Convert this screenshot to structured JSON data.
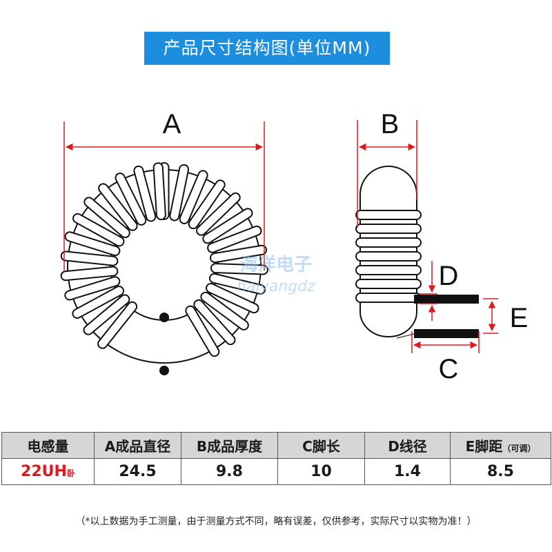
{
  "title": "产品尺寸结构图(单位MM)",
  "labels": {
    "a": "A",
    "b": "B",
    "c": "C",
    "d": "D",
    "e": "E"
  },
  "watermark": {
    "cn": "海洋电子",
    "en": "haiyangdz"
  },
  "colors": {
    "title_bg": "#1d8ede",
    "dimension": "#e0181f",
    "model_text": "#e0181f",
    "header_bg": "#d6d6d6"
  },
  "table": {
    "headers": [
      "电感量",
      "A成品直径",
      "B成品厚度",
      "C脚长",
      "D线径",
      "E脚距"
    ],
    "header_note": "（可调）",
    "model": "22UH",
    "model_suffix": "卧",
    "values": [
      "24.5",
      "9.8",
      "10",
      "1.4",
      "8.5"
    ]
  },
  "note": "（*以上数据为手工测量，由于测量方式不同，略有误差，仅供参考，实际尺寸以实物为准！）"
}
